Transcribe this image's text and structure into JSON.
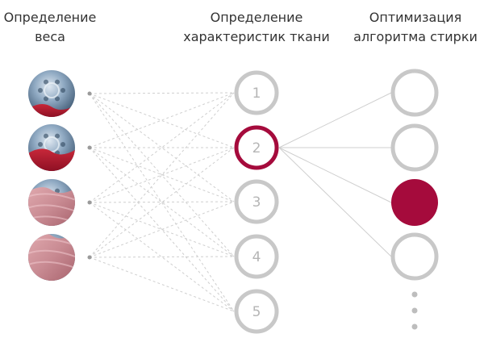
{
  "titles": {
    "weight": [
      "Определение",
      "веса"
    ],
    "fabric": [
      "Определение",
      "характеристик ткани"
    ],
    "wash": [
      "Оптимизация",
      "алгоритма стирки"
    ]
  },
  "weight_inputs": [
    {
      "name": "drum-load-1",
      "fabric_share": 0.25
    },
    {
      "name": "drum-load-2",
      "fabric_share": 0.45
    },
    {
      "name": "drum-load-3",
      "fabric_share": 0.8
    },
    {
      "name": "drum-load-4",
      "fabric_share": 1.0
    }
  ],
  "fabric_nodes": [
    "1",
    "2",
    "3",
    "4",
    "5"
  ],
  "fabric_active_index": 1,
  "wash_nodes": 4,
  "wash_active_index": 2,
  "wash_more_dots": 3,
  "colors": {
    "accent": "#a50b3c",
    "ring": "#c8c8c8",
    "ring_text": "#b5b5b5",
    "line": "#cfcfcf",
    "title_text": "#333333",
    "fabric_pink": "#c98b93",
    "drum_steel": "#5c7ea0"
  }
}
